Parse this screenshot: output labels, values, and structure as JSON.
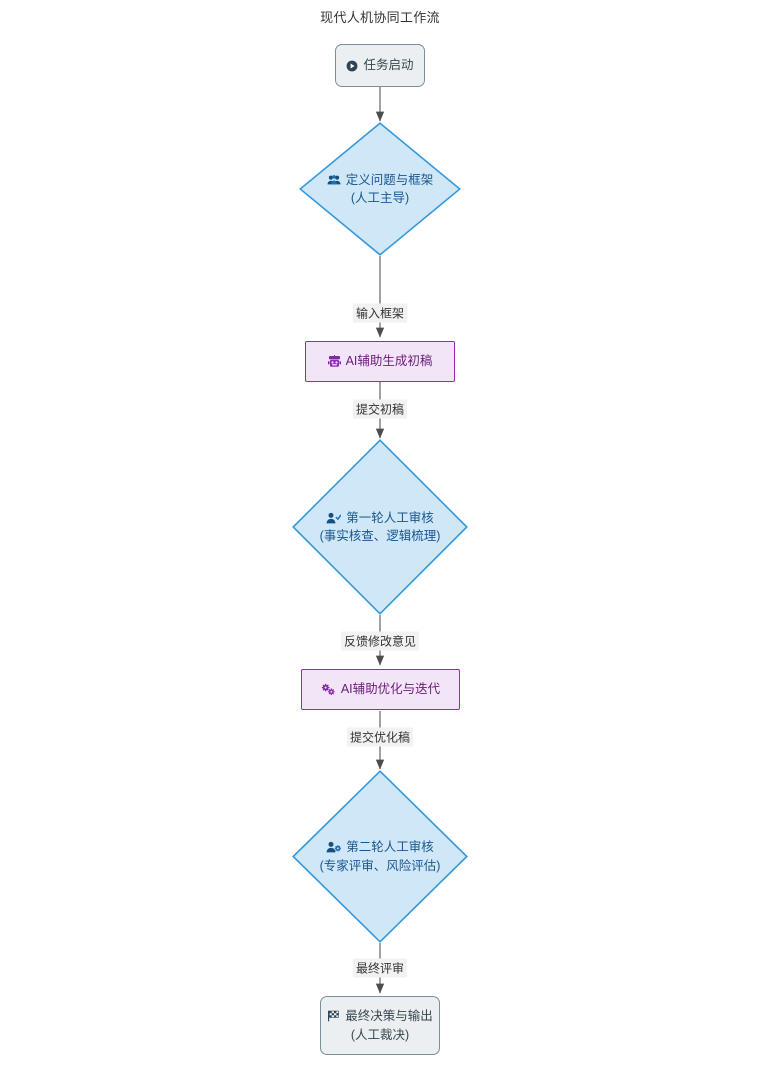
{
  "diagram": {
    "title": "现代人机协同工作流",
    "type": "flowchart",
    "direction": "top-to-bottom",
    "colors": {
      "human_fill": "#cfe7f7",
      "human_stroke": "#3498db",
      "human_text": "#19578f",
      "ai_fill": "#f3e5f8",
      "ai_stroke": "#9c27b0",
      "ai_text": "#6a1b7a",
      "terminal_fill": "#eceff1",
      "terminal_stroke": "#78909c",
      "terminal_text": "#37474f",
      "edge_stroke": "#707070",
      "edge_label_bg": "#f2f2f2",
      "title_text": "#333333"
    },
    "nodes": [
      {
        "id": "start",
        "shape": "rounded-rect",
        "kind": "terminal",
        "icon": "play-circle-icon",
        "line1": "任务启动",
        "line2": ""
      },
      {
        "id": "define",
        "shape": "diamond",
        "kind": "human",
        "icon": "users-icon",
        "line1": "定义问题与框架",
        "line2": "(人工主导)"
      },
      {
        "id": "ai-draft",
        "shape": "rect",
        "kind": "ai",
        "icon": "robot-icon",
        "line1": "AI辅助生成初稿",
        "line2": ""
      },
      {
        "id": "review-1",
        "shape": "diamond",
        "kind": "human",
        "icon": "user-check-icon",
        "line1": "第一轮人工审核",
        "line2": "(事实核查、逻辑梳理)"
      },
      {
        "id": "ai-refine",
        "shape": "rect",
        "kind": "ai",
        "icon": "cogs-icon",
        "line1": "AI辅助优化与迭代",
        "line2": ""
      },
      {
        "id": "review-2",
        "shape": "diamond",
        "kind": "human",
        "icon": "user-gear-icon",
        "line1": "第二轮人工审核",
        "line2": "(专家评审、风险评估)"
      },
      {
        "id": "final",
        "shape": "rounded-rect",
        "kind": "terminal",
        "icon": "flag-checkered-icon",
        "line1": "最终决策与输出",
        "line2": "(人工裁决)"
      }
    ],
    "edges": [
      {
        "from": "start",
        "to": "define",
        "label": ""
      },
      {
        "from": "define",
        "to": "ai-draft",
        "label": "输入框架"
      },
      {
        "from": "ai-draft",
        "to": "review-1",
        "label": "提交初稿"
      },
      {
        "from": "review-1",
        "to": "ai-refine",
        "label": "反馈修改意见"
      },
      {
        "from": "ai-refine",
        "to": "review-2",
        "label": "提交优化稿"
      },
      {
        "from": "review-2",
        "to": "final",
        "label": "最终评审"
      }
    ]
  }
}
